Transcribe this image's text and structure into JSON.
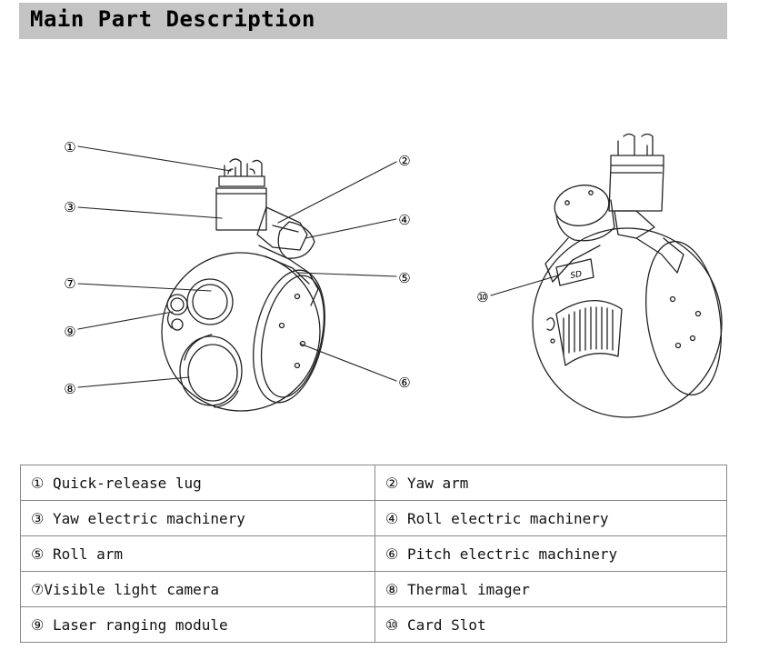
{
  "header": {
    "title": "Main Part Description"
  },
  "callouts": [
    "①",
    "②",
    "③",
    "④",
    "⑤",
    "⑥",
    "⑦",
    "⑧",
    "⑨",
    "⑩"
  ],
  "sd_label": "SD",
  "parts_table": [
    [
      "① Quick-release lug",
      "② Yaw arm"
    ],
    [
      "③ Yaw electric machinery",
      "④ Roll electric machinery"
    ],
    [
      "⑤ Roll arm",
      "⑥ Pitch electric machinery"
    ],
    [
      "⑦Visible light camera",
      "⑧ Thermal imager"
    ],
    [
      "⑨ Laser ranging module",
      "⑩ Card Slot"
    ]
  ]
}
